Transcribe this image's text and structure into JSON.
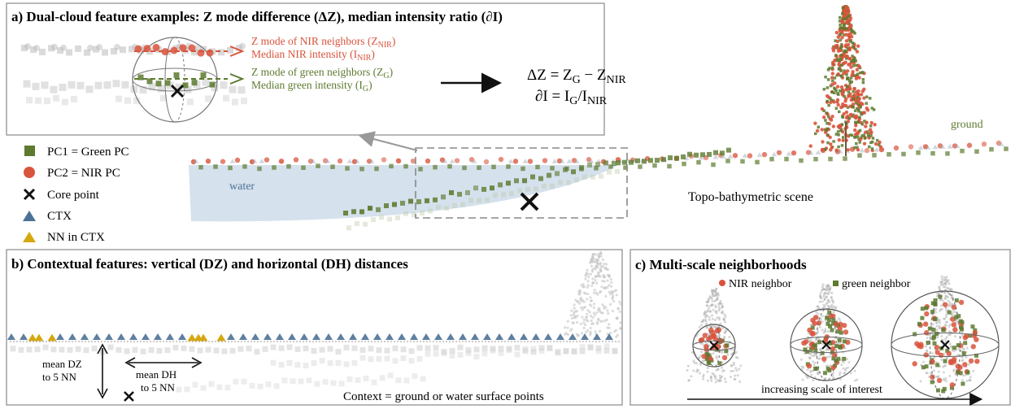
{
  "panel_a": {
    "title": "a) Dual-cloud feature examples: Z mode difference (ΔZ), median intensity ratio (∂I)",
    "nir_line1": "Z mode of NIR neighbors (Z",
    "nir_line1_sub": "NIR",
    "nir_line1_end": ")",
    "nir_line2": "Median NIR intensity (I",
    "nir_line2_sub": "NIR",
    "nir_line2_end": ")",
    "green_line1": "Z mode of green neighbors (Z",
    "green_line1_sub": "G",
    "green_line1_end": ")",
    "green_line2": "Median green intensity (I",
    "green_line2_sub": "G",
    "green_line2_end": ")",
    "eq1": {
      "lhs": "ΔZ = Z",
      "s1": "G",
      "mid": " − Z",
      "s2": "NIR"
    },
    "eq2": {
      "lhs": "∂I = I",
      "s1": "G",
      "mid": "/I",
      "s2": "NIR"
    }
  },
  "legend": [
    {
      "label": "PC1 = Green PC",
      "symbol": "square",
      "color": "#5d7a2f"
    },
    {
      "label": "PC2 = NIR PC",
      "symbol": "circle",
      "color": "#d9543c"
    },
    {
      "label": "Core point",
      "symbol": "cross",
      "color": "#111111"
    },
    {
      "label": "CTX",
      "symbol": "triangle",
      "color": "#4d7196"
    },
    {
      "label": "NN in CTX",
      "symbol": "triangle",
      "color": "#d6a80f"
    }
  ],
  "scene": {
    "water_label": "water",
    "ground_label": "ground",
    "scene_label": "Topo-bathymetric scene"
  },
  "panel_b": {
    "title": "b) Contextual features: vertical (DZ) and horizontal (DH) distances",
    "dz_line1": "mean DZ",
    "dz_line2": "to 5 NN",
    "dh_line1": "mean DH",
    "dh_line2": "to 5 NN",
    "context_note": "Context = ground or water surface points"
  },
  "panel_c": {
    "title": "c) Multi-scale neighborhoods",
    "nir_legend": "NIR neighbor",
    "green_legend": "green neighbor",
    "axis_label": "increasing scale of interest"
  },
  "colors": {
    "green": "#5d7a2f",
    "nir": "#d9543c",
    "ctx": "#4d7196",
    "nn_ctx": "#d6a80f",
    "water": "#d5e1ec",
    "frame": "#777777"
  }
}
